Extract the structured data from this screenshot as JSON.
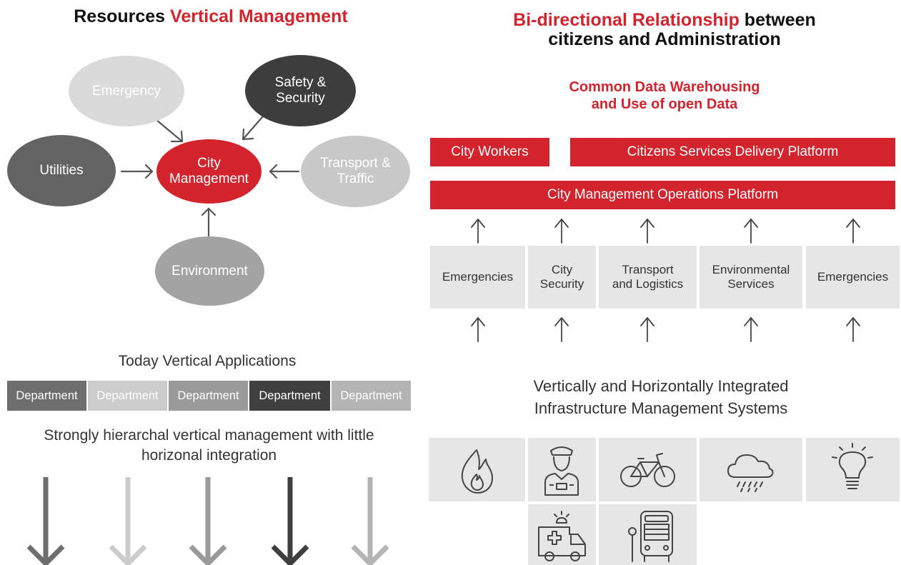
{
  "left_title": {
    "part1": "Resources ",
    "part2": "Vertical Management"
  },
  "right_title": {
    "part1": "Bi-directional Relationship",
    "part2": " between",
    "line2": "citizens and Administration"
  },
  "ovals": {
    "emergency": "Emergency",
    "safety": [
      "Safety &",
      "Security"
    ],
    "utilities": "Utilities",
    "city": [
      "City",
      "Management"
    ],
    "transport": [
      "Transport &",
      "Traffic"
    ],
    "environment": "Environment"
  },
  "subtitle": [
    "Common Data Warehousing",
    "and Use of open Data"
  ],
  "bars": {
    "city_workers": "City Workers",
    "citizens": "Citizens Services Delivery Platform",
    "operations": "City Management Operations Platform"
  },
  "boxes": [
    [
      "Emergencies"
    ],
    [
      "City",
      "Security"
    ],
    [
      "Transport",
      "and Logistics"
    ],
    [
      "Environmental",
      "Services"
    ],
    [
      "Emergencies"
    ]
  ],
  "today_label": "Today Vertical Applications",
  "departments": [
    "Department",
    "Department",
    "Department",
    "Department",
    "Department"
  ],
  "hierarchy_text": [
    "Strongly hierarchal vertical management with little",
    "horizonal integration"
  ],
  "integrated_text": [
    "Vertically and Horizontally Integrated",
    "Infrastructure Management Systems"
  ],
  "icons": [
    "fire-icon",
    "security-guard-icon",
    "bicycle-icon",
    "rain-cloud-icon",
    "light-bulb-icon",
    "ambulance-icon",
    "bus-stop-icon"
  ],
  "colors": {
    "accent": "#d3232c",
    "dept": [
      "#6e6e6e",
      "#cccccc",
      "#9a9a9a",
      "#3f3f3f",
      "#b4b4b4"
    ]
  }
}
